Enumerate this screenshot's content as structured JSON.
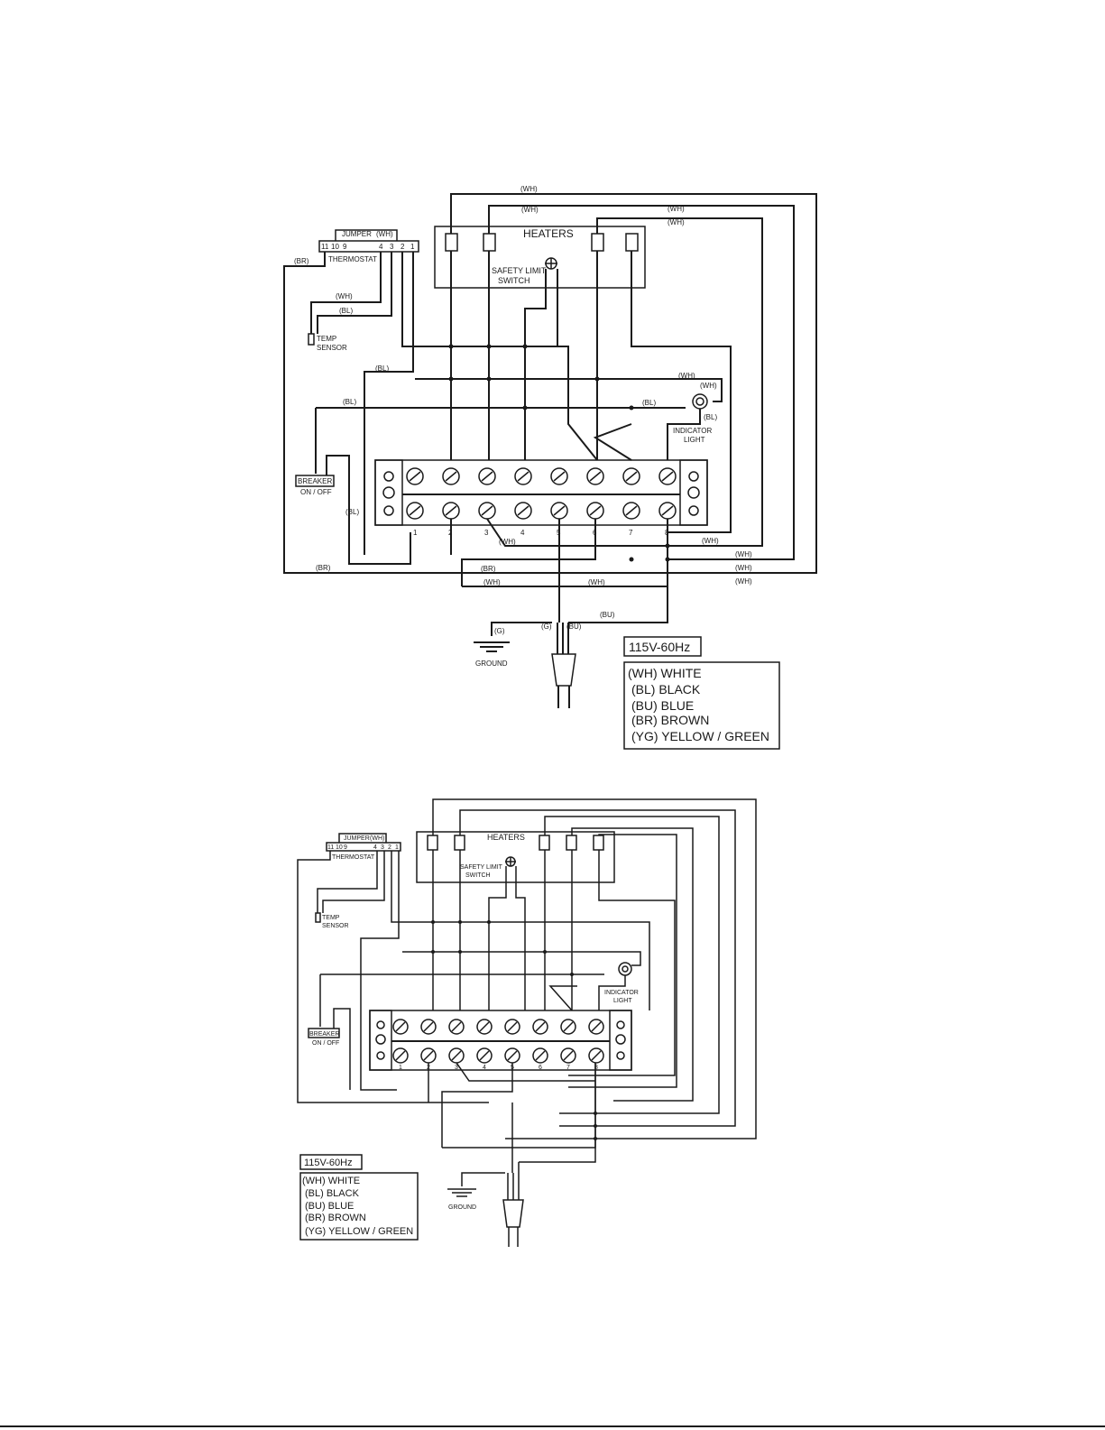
{
  "diagram_top": {
    "heaters": "HEATERS",
    "jumper": "JUMPER",
    "jumper_wire": "(WH)",
    "thermostat": "THERMOSTAT",
    "thermostat_terminals": [
      "11",
      "10",
      "9",
      "4",
      "3",
      "2",
      "1"
    ],
    "safety_limit_1": "SAFETY LIMIT",
    "safety_limit_2": "SWITCH",
    "temp_sensor_1": "TEMP",
    "temp_sensor_2": "SENSOR",
    "breaker_1": "BREAKER",
    "breaker_2": "ON / OFF",
    "indicator_1": "INDICATOR",
    "indicator_2": "LIGHT",
    "ground": "GROUND",
    "terminal_numbers": [
      "1",
      "2",
      "3",
      "4",
      "5",
      "6",
      "7",
      "8"
    ],
    "voltage": "115V-60Hz",
    "wire_labels": {
      "wh": "(WH)",
      "bl": "(BL)",
      "br": "(BR)",
      "bu": "(BU)",
      "g": "(G)"
    },
    "legend": [
      "(WH)  WHITE",
      "(BL)  BLACK",
      "(BU)  BLUE",
      "(BR)  BROWN",
      "(YG)  YELLOW / GREEN"
    ]
  },
  "diagram_bottom": {
    "heaters": "HEATERS",
    "jumper": "JUMPER",
    "jumper_wire": "(WH)",
    "thermostat": "THERMOSTAT",
    "thermostat_terminals": [
      "11",
      "10",
      "9",
      "4",
      "3",
      "2",
      "1"
    ],
    "safety_limit_1": "SAFETY LIMIT",
    "safety_limit_2": "SWITCH",
    "temp_sensor_1": "TEMP",
    "temp_sensor_2": "SENSOR",
    "breaker_1": "BREAKER",
    "breaker_2": "ON / OFF",
    "indicator_1": "INDICATOR",
    "indicator_2": "LIGHT",
    "ground": "GROUND",
    "terminal_numbers": [
      "1",
      "2",
      "3",
      "4",
      "5",
      "6",
      "7",
      "8"
    ],
    "voltage": "115V-60Hz",
    "legend": [
      "(WH)  WHITE",
      "(BL)  BLACK",
      "(BU)  BLUE",
      "(BR)  BROWN",
      "(YG)  YELLOW / GREEN"
    ]
  }
}
